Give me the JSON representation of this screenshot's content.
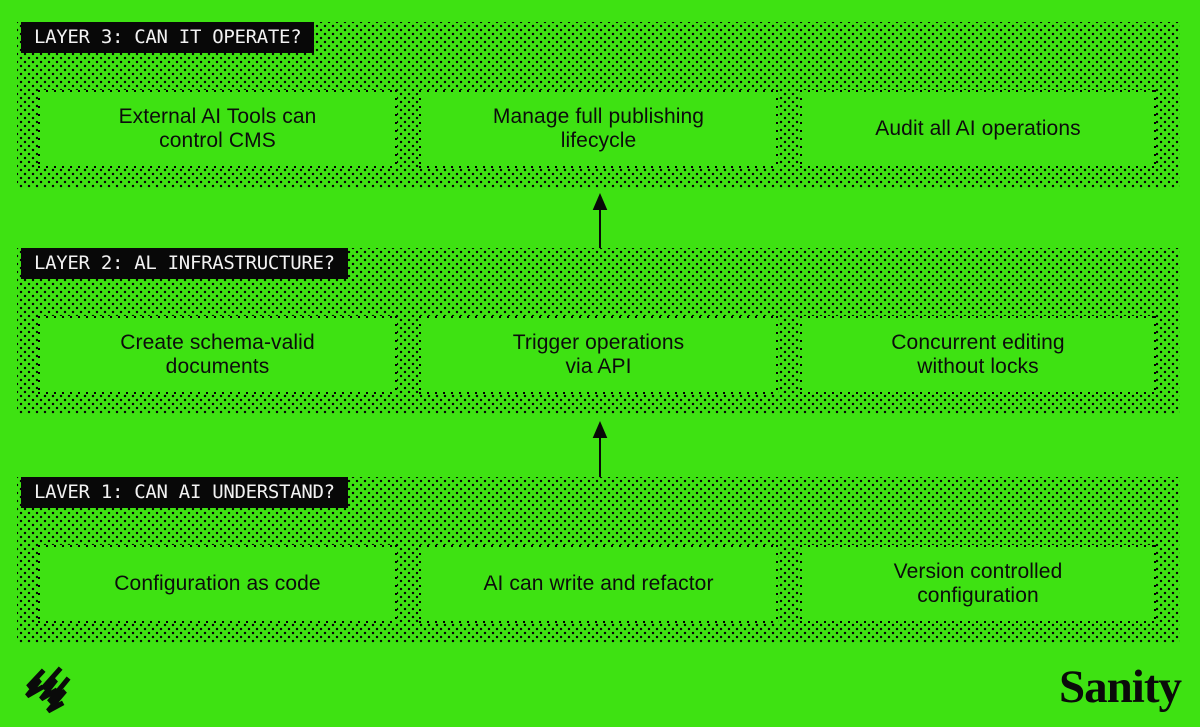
{
  "colors": {
    "background_green": "#3ee212",
    "ink_black": "#0a0a0a",
    "label_text": "#f2f2f2"
  },
  "layers": [
    {
      "name": "layer-3",
      "label": "LAYER 3: CAN IT OPERATE?",
      "boxes": [
        "External AI Tools can\ncontrol CMS",
        "Manage full publishing\nlifecycle",
        "Audit all AI operations"
      ]
    },
    {
      "name": "layer-2",
      "label": "LAYER 2: AL INFRASTRUCTURE?",
      "boxes": [
        "Create schema-valid\ndocuments",
        "Trigger operations\nvia API",
        "Concurrent editing\nwithout locks"
      ]
    },
    {
      "name": "layer-1",
      "label": "LAVER 1: CAN AI UNDERSTAND?",
      "boxes": [
        "Configuration as code",
        "AI can write and refactor",
        "Version controlled\nconfiguration"
      ]
    }
  ],
  "arrows": {
    "direction": "up",
    "count": 2
  },
  "footer": {
    "logo_icon": "sanity-scribble-icon",
    "wordmark": "Sanity"
  }
}
